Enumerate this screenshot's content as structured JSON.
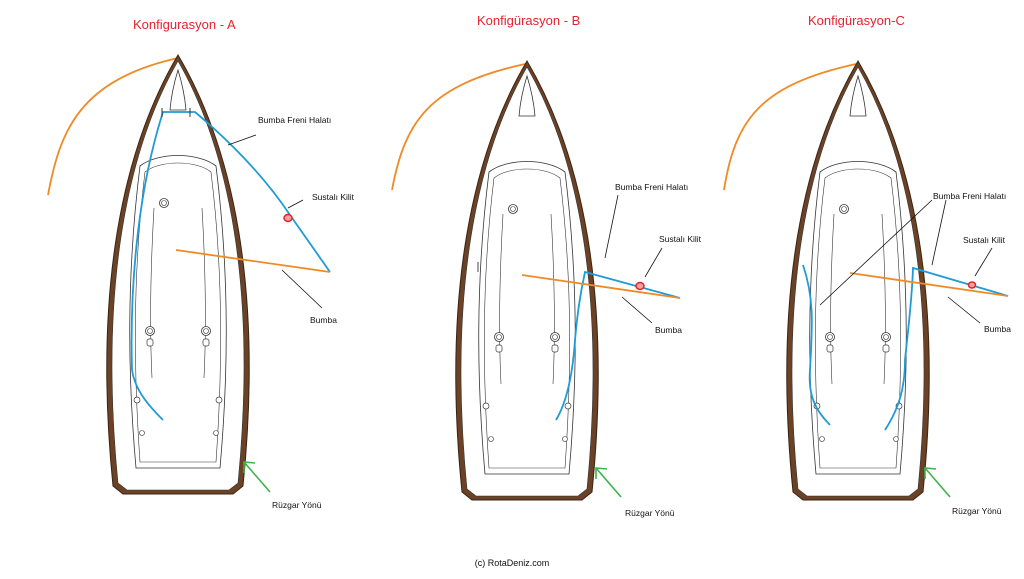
{
  "configs": [
    {
      "title": "Konfigurasyon - A",
      "labels": {
        "preventer": "Bumba Freni Halatı",
        "lock": "Sustalı Kilit",
        "boom": "Bumba",
        "wind": "Rüzgar Yönü"
      }
    },
    {
      "title": "Konfigürasyon - B",
      "labels": {
        "preventer": "Bumba Freni Halatı",
        "lock": "Sustalı Kilit",
        "boom": "Bumba",
        "wind": "Rüzgar Yönü"
      }
    },
    {
      "title": "Konfigürasyon-C",
      "labels": {
        "preventer": "Bumba Freni Halatı",
        "lock": "Sustalı Kilit",
        "boom": "Bumba",
        "wind": "Rüzgar Yönü"
      }
    }
  ],
  "credit": "(c) RotaDeniz.com",
  "colors": {
    "title": "#e4232b",
    "hull": "#6b4226",
    "sheet": "#f08a24",
    "boom": "#f08a24",
    "preventer": "#1f9bd7",
    "lock": "#e4232b",
    "wind_arrow": "#3db34a"
  }
}
